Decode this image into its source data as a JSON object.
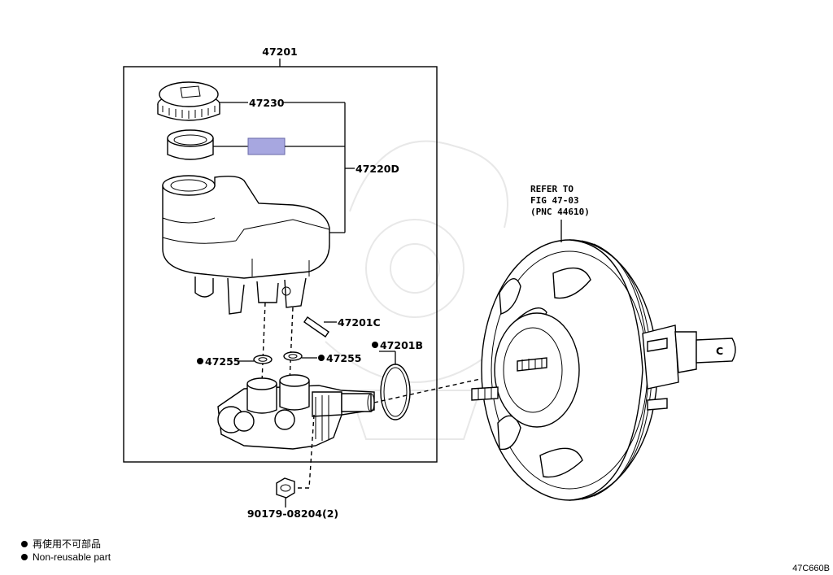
{
  "assembly": {
    "number": "47201"
  },
  "parts": {
    "cap": "47230",
    "reservoir_set": "47220D",
    "pin": "47201C",
    "grommet_left": "47255",
    "grommet_right": "47255",
    "o_ring": "47201B",
    "nut": "90179-08204(2)"
  },
  "reference": {
    "line1": "REFER TO",
    "line2": "FIG 47-03",
    "line3": "(PNC 44610)"
  },
  "legend": {
    "japanese": "再使用不可部品",
    "english": "Non-reusable part"
  },
  "figure_code": "47C660B",
  "colors": {
    "highlight": "#a7a7e0"
  }
}
